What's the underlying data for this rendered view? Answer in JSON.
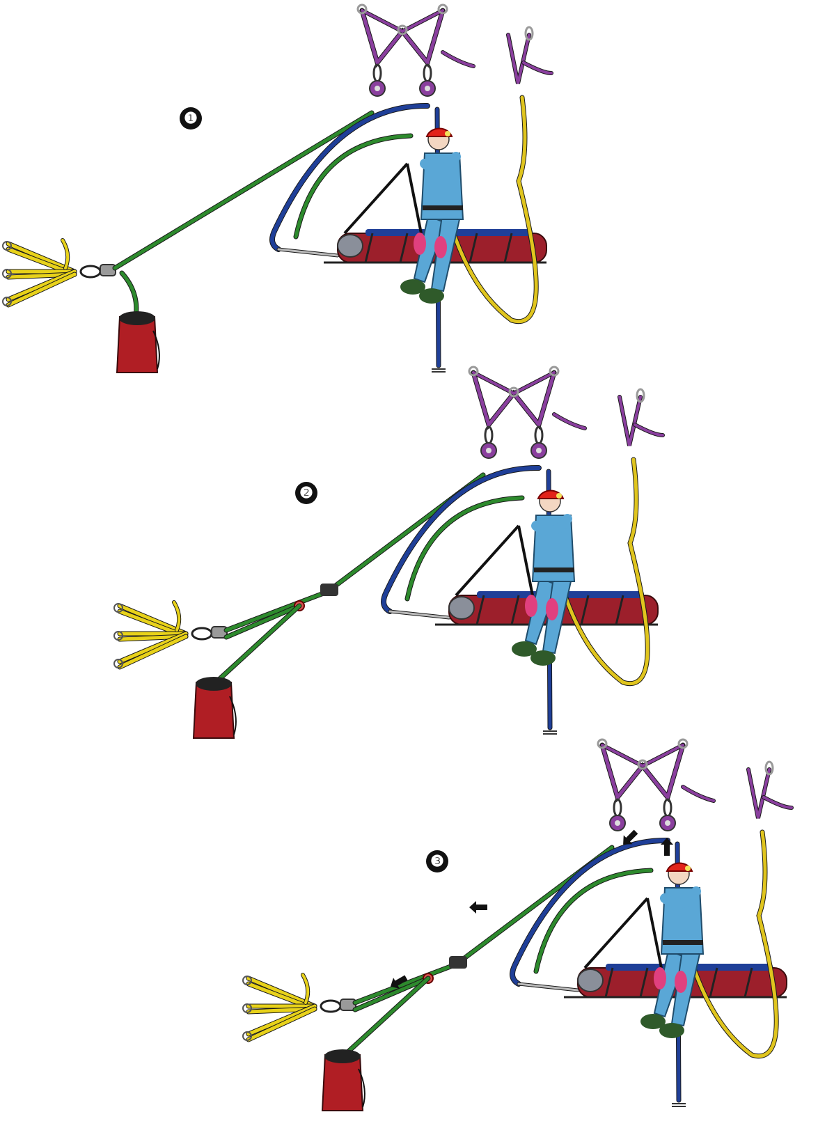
{
  "steps": [
    {
      "id": "step-1",
      "label": "❶"
    },
    {
      "id": "step-2",
      "label": "❷"
    },
    {
      "id": "step-3",
      "label": "❸"
    }
  ],
  "colors": {
    "anchor_sling": "#8a3f9e",
    "main_rope": "#2d8a2d",
    "belay_rope": "#1f3f98",
    "safety_rope": "#e0c51e",
    "anchor_webbing": "#e8d21a",
    "helmet": "#e2231a",
    "suit": "#5aa7d6",
    "knee_pads": "#e0407f",
    "boots": "#2f5a2a",
    "litter": "#9c1f2b",
    "bag": "#b01e24",
    "metal": "#9a9a9a",
    "rope_grab": "#d9534f"
  },
  "icons": [
    "pulley-icon",
    "carabiner-icon",
    "rope-bag-icon",
    "anchor-webbing-icon",
    "stretcher-icon",
    "rescuer-icon",
    "direction-arrow-icon",
    "rope-end-icon"
  ]
}
